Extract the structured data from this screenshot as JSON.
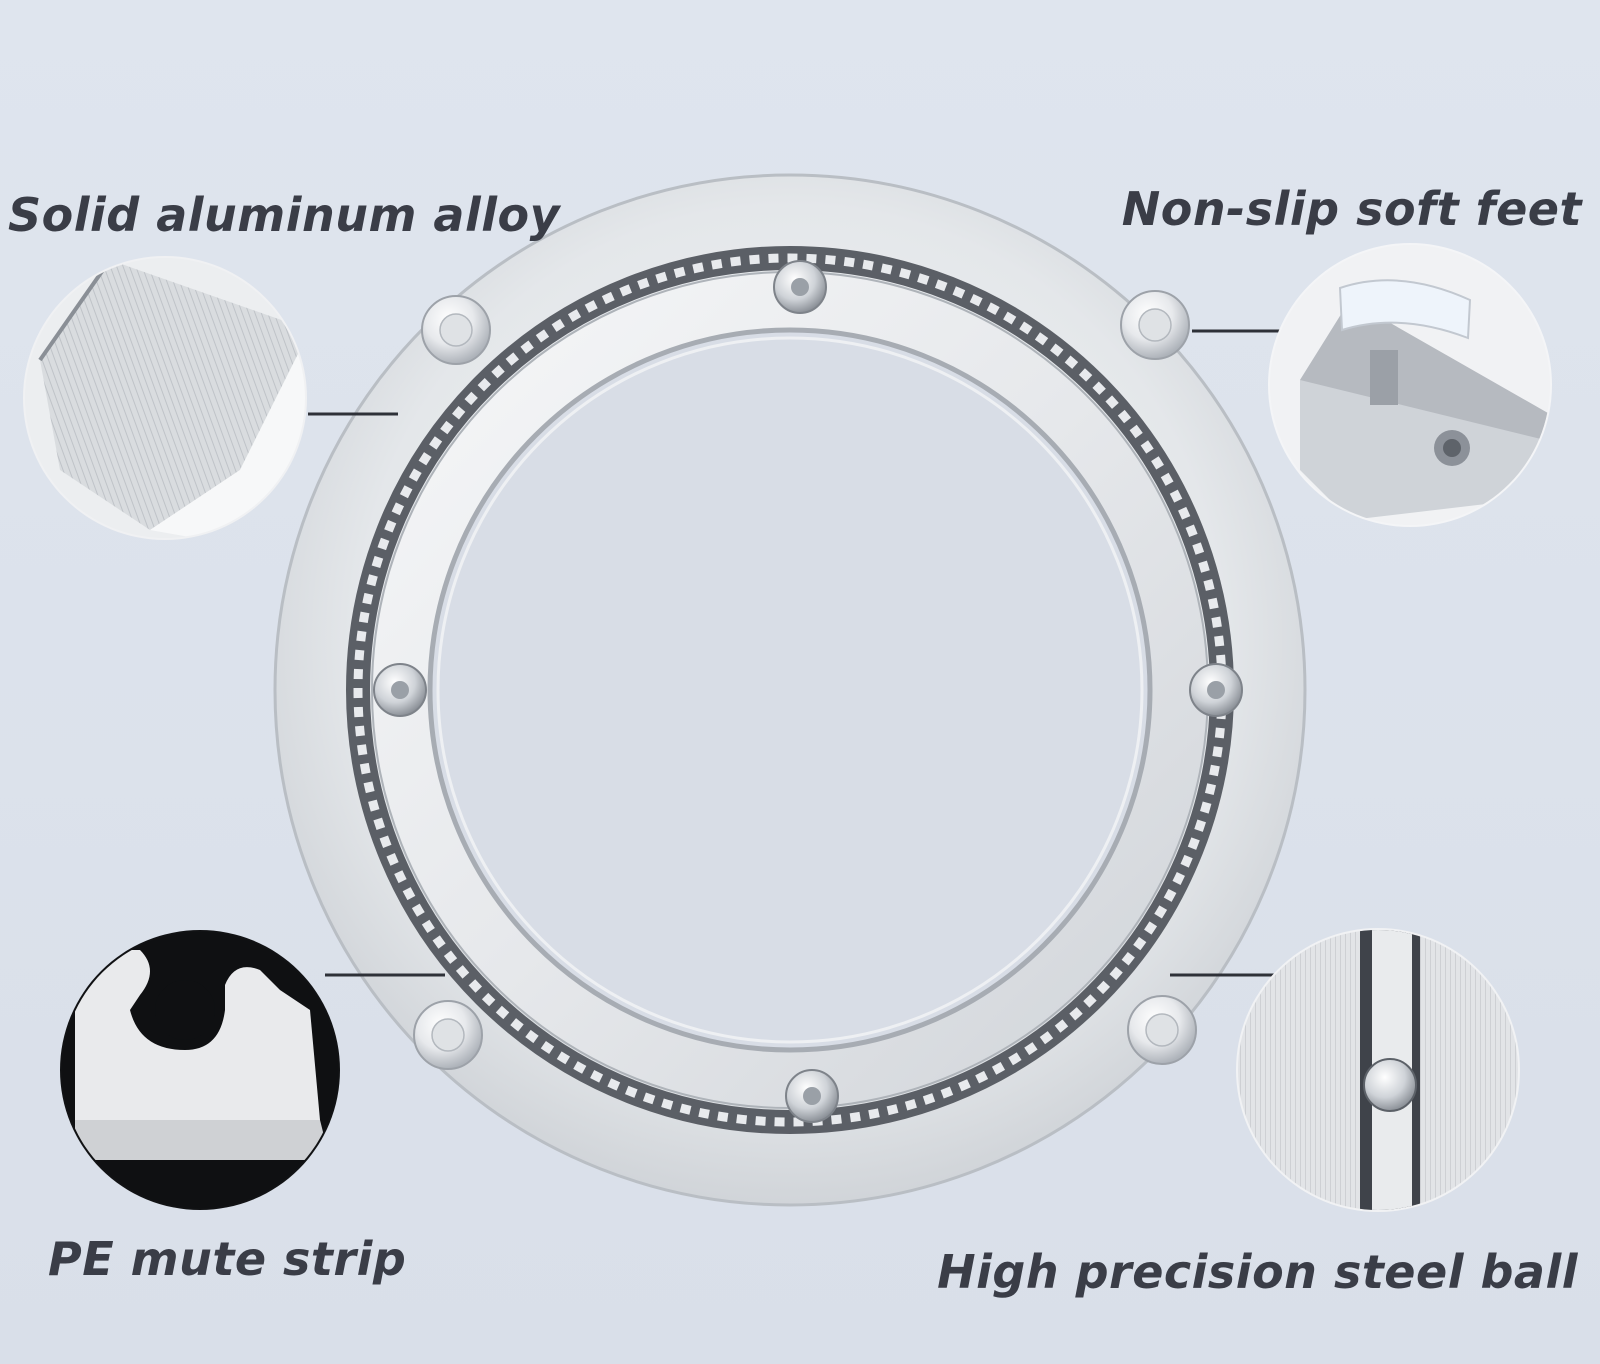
{
  "labels": {
    "top_left": "Solid aluminum alloy",
    "top_right": "Non-slip soft feet",
    "bottom_left": "PE mute strip",
    "bottom_right": "High precision steel ball"
  },
  "colors": {
    "background": "#dde3ec",
    "label_text": "#3a3d47",
    "aluminum": "#d6d9dd",
    "aluminum_highlight": "#f2f3f5",
    "inner_void": "#d8dde6"
  },
  "icons": {
    "main": "lazy-susan-bearing-ring",
    "detail_tl": "brushed-aluminum-detail",
    "detail_tr": "rubber-foot-detail",
    "detail_bl": "pe-strip-detail",
    "detail_br": "steel-ball-detail"
  }
}
